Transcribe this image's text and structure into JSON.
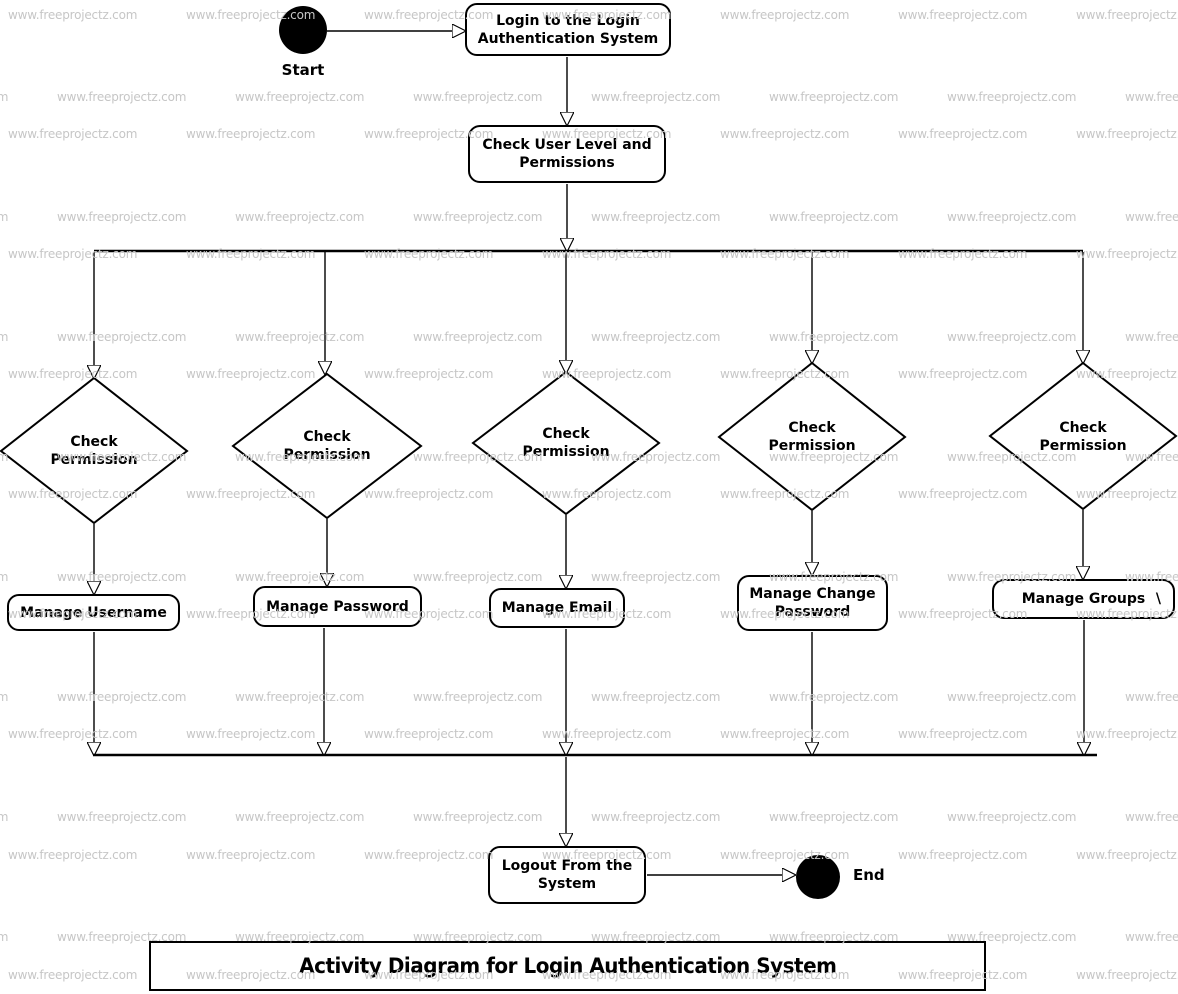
{
  "watermark": {
    "text": "www.freeprojectz.com"
  },
  "title": {
    "label": "Activity Diagram for Login Authentication System"
  },
  "start": {
    "label": "Start"
  },
  "end": {
    "label": "End"
  },
  "activities": {
    "login": {
      "line1": "Login to the Login",
      "line2": "Authentication System"
    },
    "check_user": {
      "line1": "Check User Level and",
      "line2": "Permissions"
    },
    "logout": {
      "line1": "Logout From the",
      "line2": "System"
    }
  },
  "decisions": [
    {
      "line1": "Check",
      "line2": "Permission"
    },
    {
      "line1": "Check",
      "line2": "Permission"
    },
    {
      "line1": "Check",
      "line2": "Permission"
    },
    {
      "line1": "Check",
      "line2": "Permission"
    },
    {
      "line1": "Check",
      "line2": "Permission"
    }
  ],
  "actions": [
    {
      "label": "Manage Username"
    },
    {
      "label": "Manage Password"
    },
    {
      "label": "Manage Email"
    },
    {
      "label": "Manage Change Password"
    },
    {
      "label": "Manage Groups",
      "suffix": "\\"
    }
  ]
}
